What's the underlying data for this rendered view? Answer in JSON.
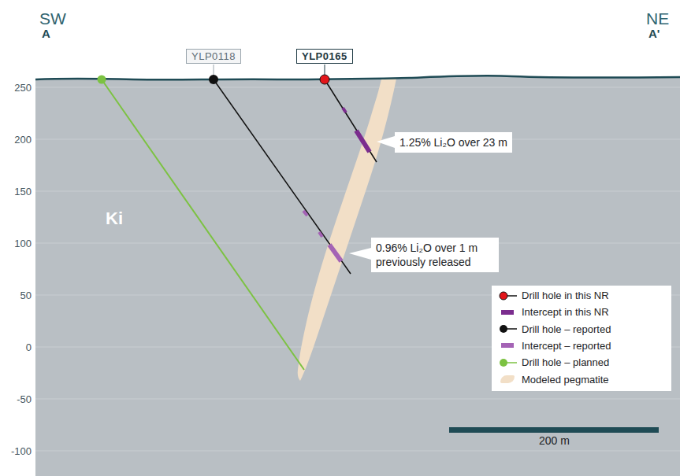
{
  "diagram": {
    "nodes": [
      {
        "text": [
          "YLP0118"
        ]
      },
      {
        "text": [
          "YLP0165"
        ]
      },
      {
        "text": [
          "1.25% Li₂O over 23 m"
        ]
      },
      {
        "text": [
          "0.96% Li₂O over 1 m previously released"
        ]
      }
    ],
    "labels": [
      "SW",
      "A",
      "NE",
      "A'",
      "250",
      "200",
      "150",
      "100",
      "50",
      "0",
      "-50",
      "-100",
      "Ki",
      "200 m"
    ],
    "legend": [
      {
        "text": "Drill hole in this NR"
      },
      {
        "text": "Intercept in this NR",
        "color": "#7b2d8e"
      },
      {
        "text": "Drill hole – reported"
      },
      {
        "text": "Intercept – reported",
        "color": "#a463b5"
      },
      {
        "text": "Drill hole – planned"
      },
      {
        "text": "Modeled pegmatite",
        "color": "#f2dfc7"
      }
    ]
  }
}
